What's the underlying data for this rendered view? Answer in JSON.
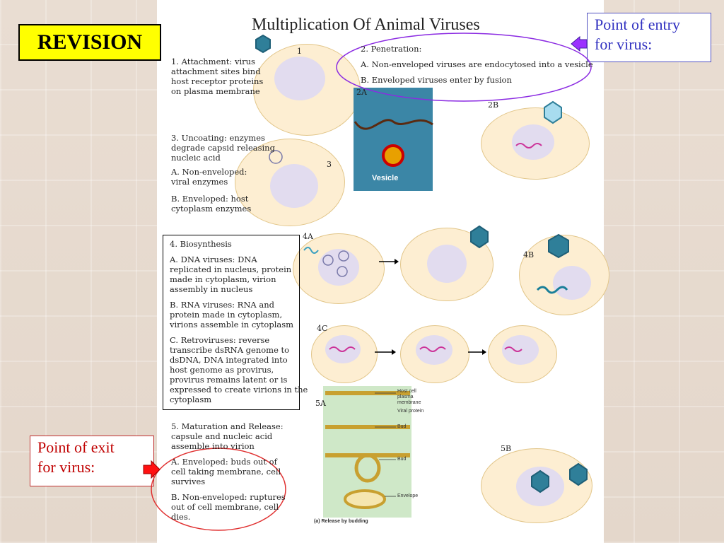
{
  "revision_label": "REVISION",
  "title": "Multiplication Of Animal Viruses",
  "callout_entry": {
    "line1": "Point of entry",
    "line2": "for virus:"
  },
  "callout_exit": {
    "line1": "Point of exit",
    "line2": "for virus:"
  },
  "step1": {
    "num": "1",
    "lines": [
      "1. Attachment: virus",
      "attachment sites bind",
      "host receptor proteins",
      "on plasma membrane"
    ]
  },
  "step2": {
    "heading": "2. Penetration:",
    "a": "A. Non-enveloped viruses are endocytosed into a vesicle",
    "b": "B. Enveloped viruses enter by fusion",
    "label_2a": "2A",
    "label_2b": "2B",
    "vesicle": "Vesicle"
  },
  "step3": {
    "num": "3",
    "lines": [
      "3. Uncoating: enzymes",
      "degrade capsid releasing",
      "nucleic acid"
    ],
    "a": [
      "A. Non-enveloped:",
      "viral enzymes"
    ],
    "b": [
      "B. Enveloped: host",
      "cytoplasm enzymes"
    ]
  },
  "step4": {
    "heading": "4. Biosynthesis",
    "a": [
      "A. DNA viruses: DNA",
      "replicated in nucleus, protein",
      "made in cytoplasm, virion",
      "assembly in nucleus"
    ],
    "b": [
      "B. RNA viruses: RNA and",
      "protein made in cytoplasm,",
      "virions assemble in cytoplasm"
    ],
    "c": [
      "C. Retroviruses: reverse",
      "transcribe dsRNA genome to",
      "dsDNA, DNA integrated into",
      "host genome as provirus,",
      "provirus remains latent or is",
      "expressed to create virions in the",
      "cytoplasm"
    ],
    "label_4a": "4A",
    "label_4b": "4B",
    "label_4c": "4C"
  },
  "step5": {
    "lines": [
      "5. Maturation and Release:",
      "capsule and nucleic acid",
      "assemble into virion"
    ],
    "a": [
      "A. Enveloped: buds out of",
      "cell taking membrane, cell",
      "survives"
    ],
    "b": [
      "B. Non-enveloped: ruptures",
      "out of cell membrane, cell",
      "dies."
    ],
    "label_5a": "5A",
    "label_5b": "5B",
    "host_cell": [
      "Host cell",
      "plasma",
      "membrane"
    ],
    "viral_protein": "Viral protein",
    "bud1": "Bud",
    "bud2": "Bud",
    "envelope": "Envelope",
    "caption": "(a) Release by budding"
  },
  "colors": {
    "revision_bg": "#ffff00",
    "callout_entry": "#3030c0",
    "callout_exit": "#c00000",
    "cell_fill": "#fdeed2",
    "nucleus": "#e2dcef",
    "entry_arrow": "#9b30ff",
    "exit_arrow": "#ff0000"
  }
}
